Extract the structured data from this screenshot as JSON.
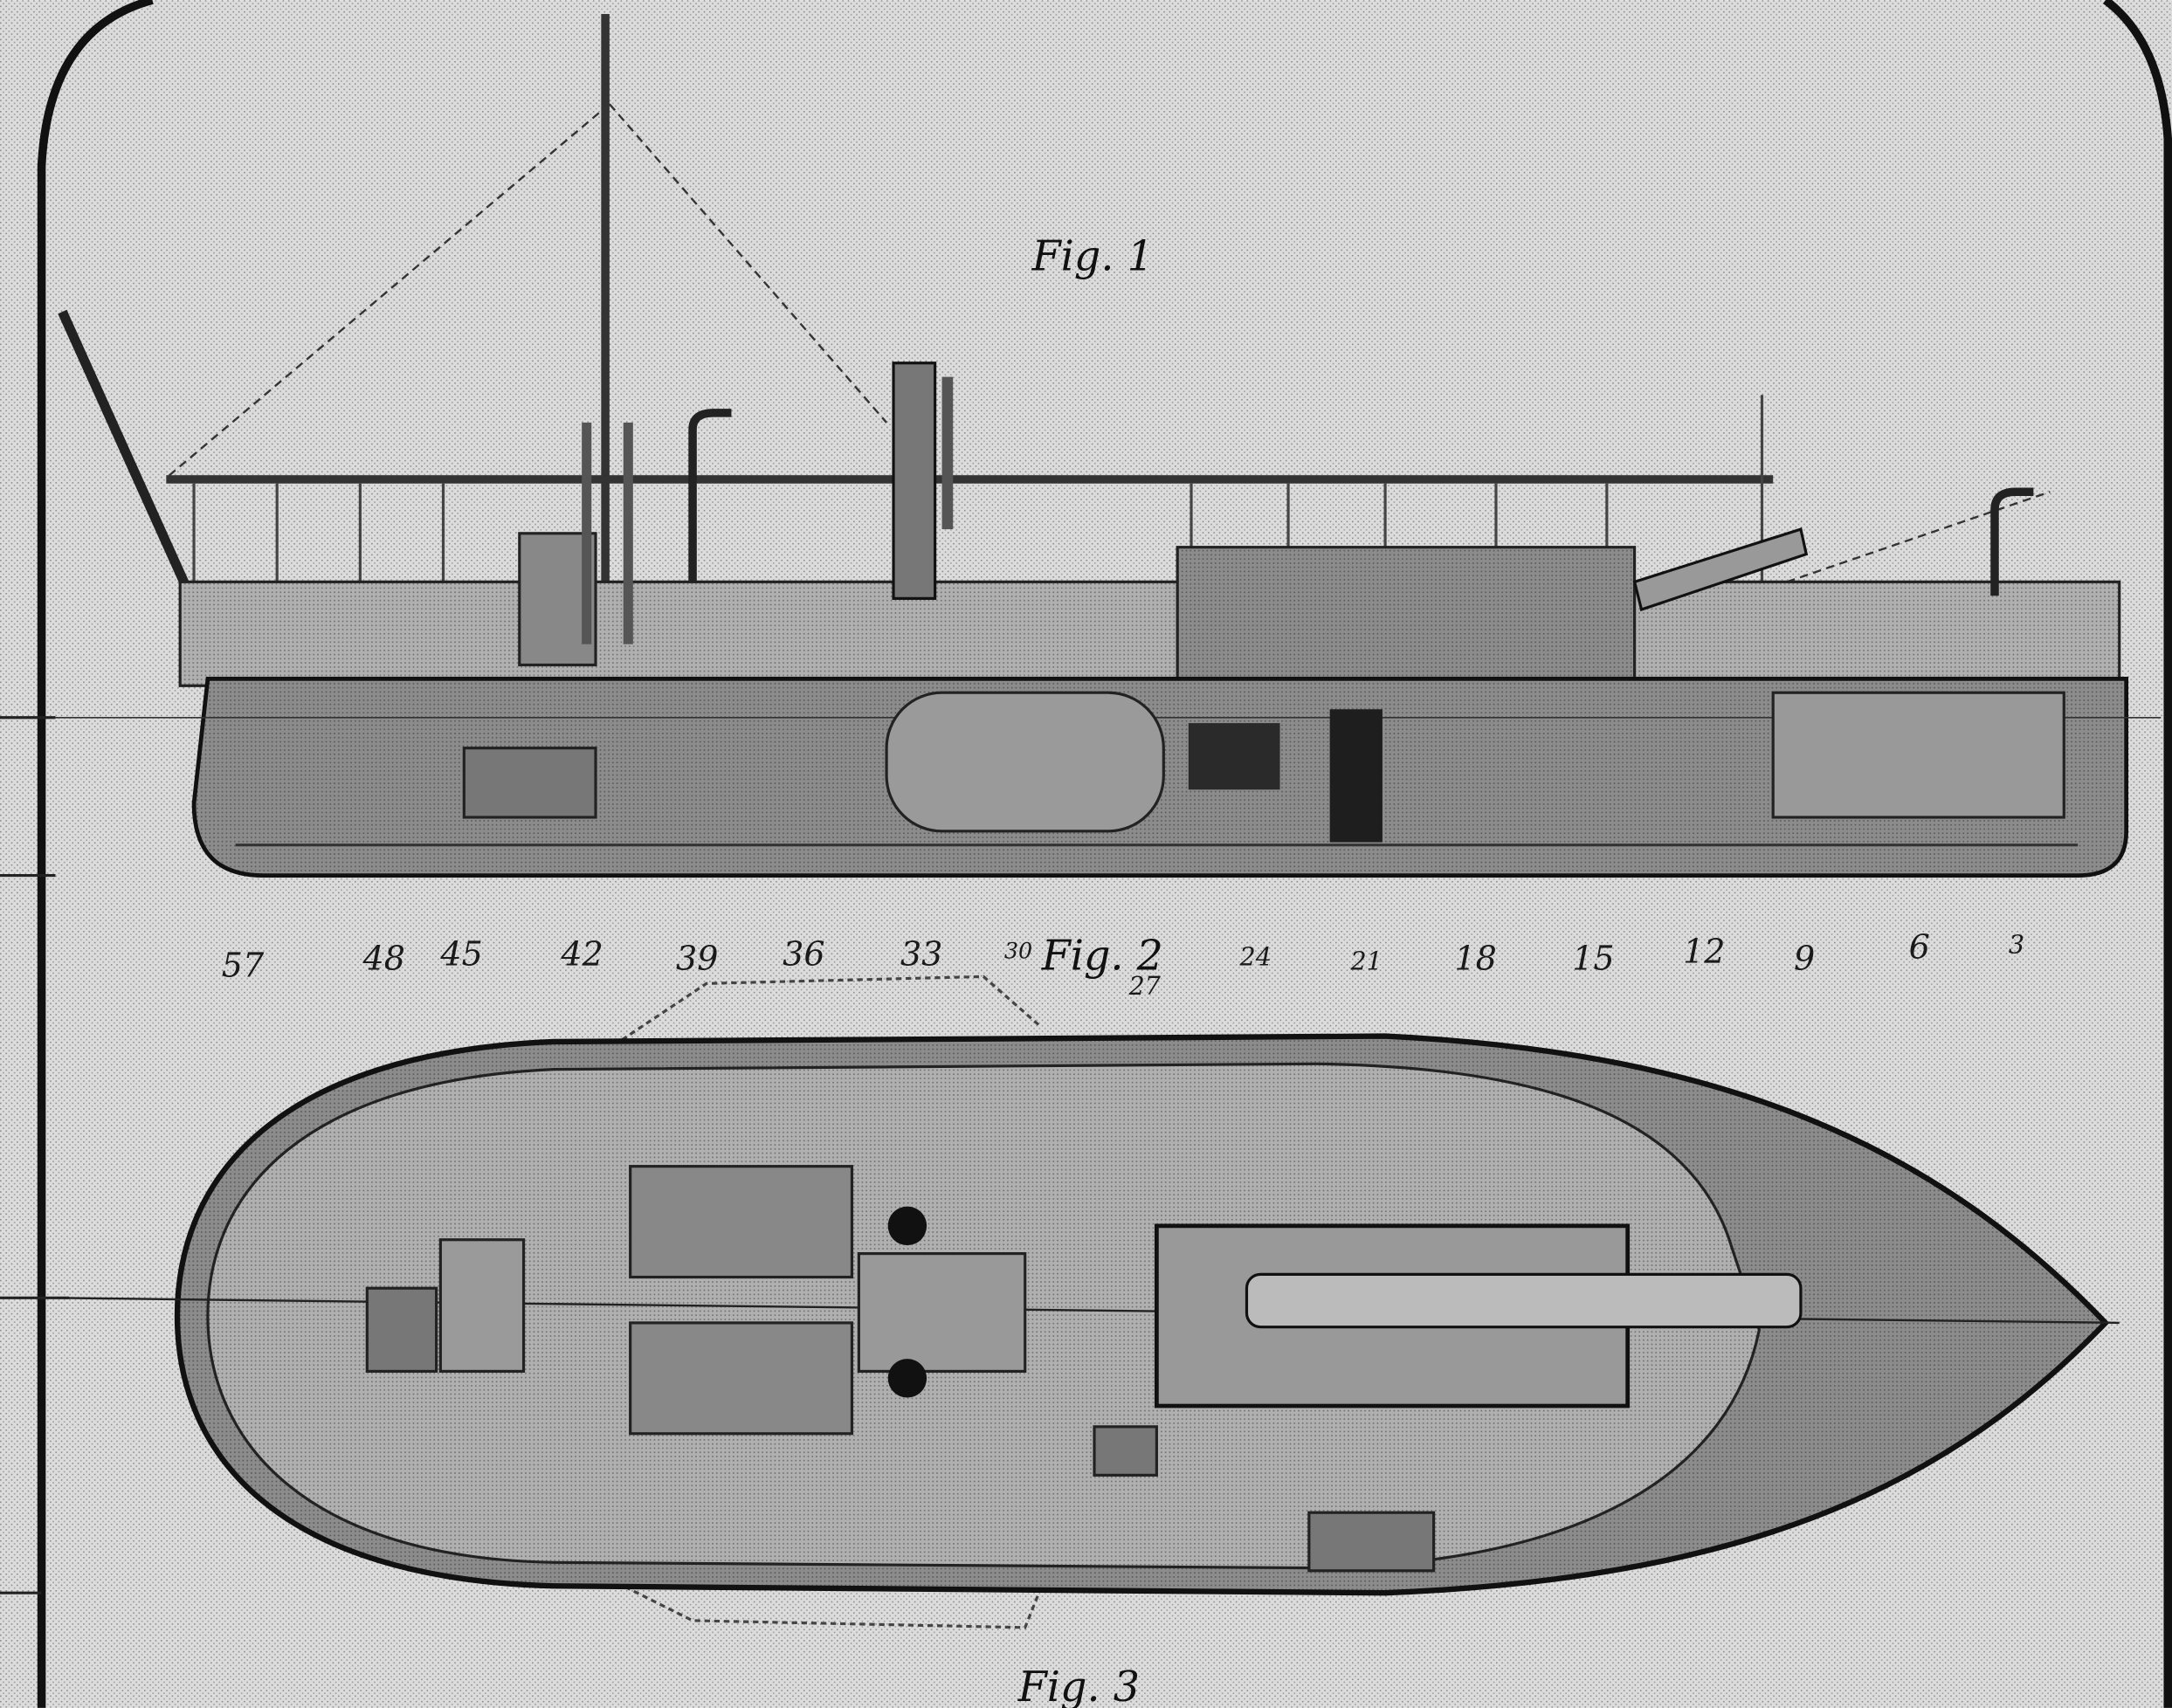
{
  "figures": {
    "fig1": "Fig. 1",
    "fig2": "Fig. 2",
    "fig3": "Fig. 3"
  },
  "frame_numbers_handwritten": [
    "57",
    "48",
    "45",
    "42",
    "39",
    "36",
    "33",
    "30",
    "27",
    "24",
    "21",
    "18",
    "15",
    "12",
    "9",
    "6",
    "3"
  ],
  "colors": {
    "paper": "#d9d9d9",
    "hull": "#8a8a8a",
    "deck": "#a8a8a8",
    "ink": "#1a1a1a"
  }
}
